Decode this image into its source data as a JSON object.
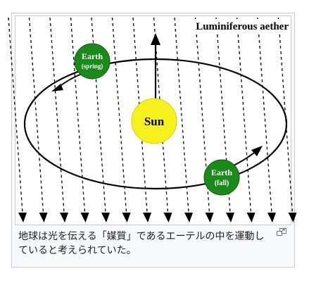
{
  "diagram": {
    "medium_label": "Luminiferous aether",
    "sun_label": "Sun",
    "earth_spring": {
      "name": "Earth",
      "season": "(spring)"
    },
    "earth_fall": {
      "name": "Earth",
      "season": "(fall)"
    },
    "colors": {
      "sun": "#f5f01e",
      "sun_edge": "#d8d400",
      "earth": "#1a8a1a",
      "earth_edge": "#0d5a0d"
    }
  },
  "caption": {
    "text": "地球は光を伝える「媒質」であるエーテルの中を運動していると考えられていた。"
  },
  "icons": {
    "magnify": "magnify-clip-icon"
  }
}
